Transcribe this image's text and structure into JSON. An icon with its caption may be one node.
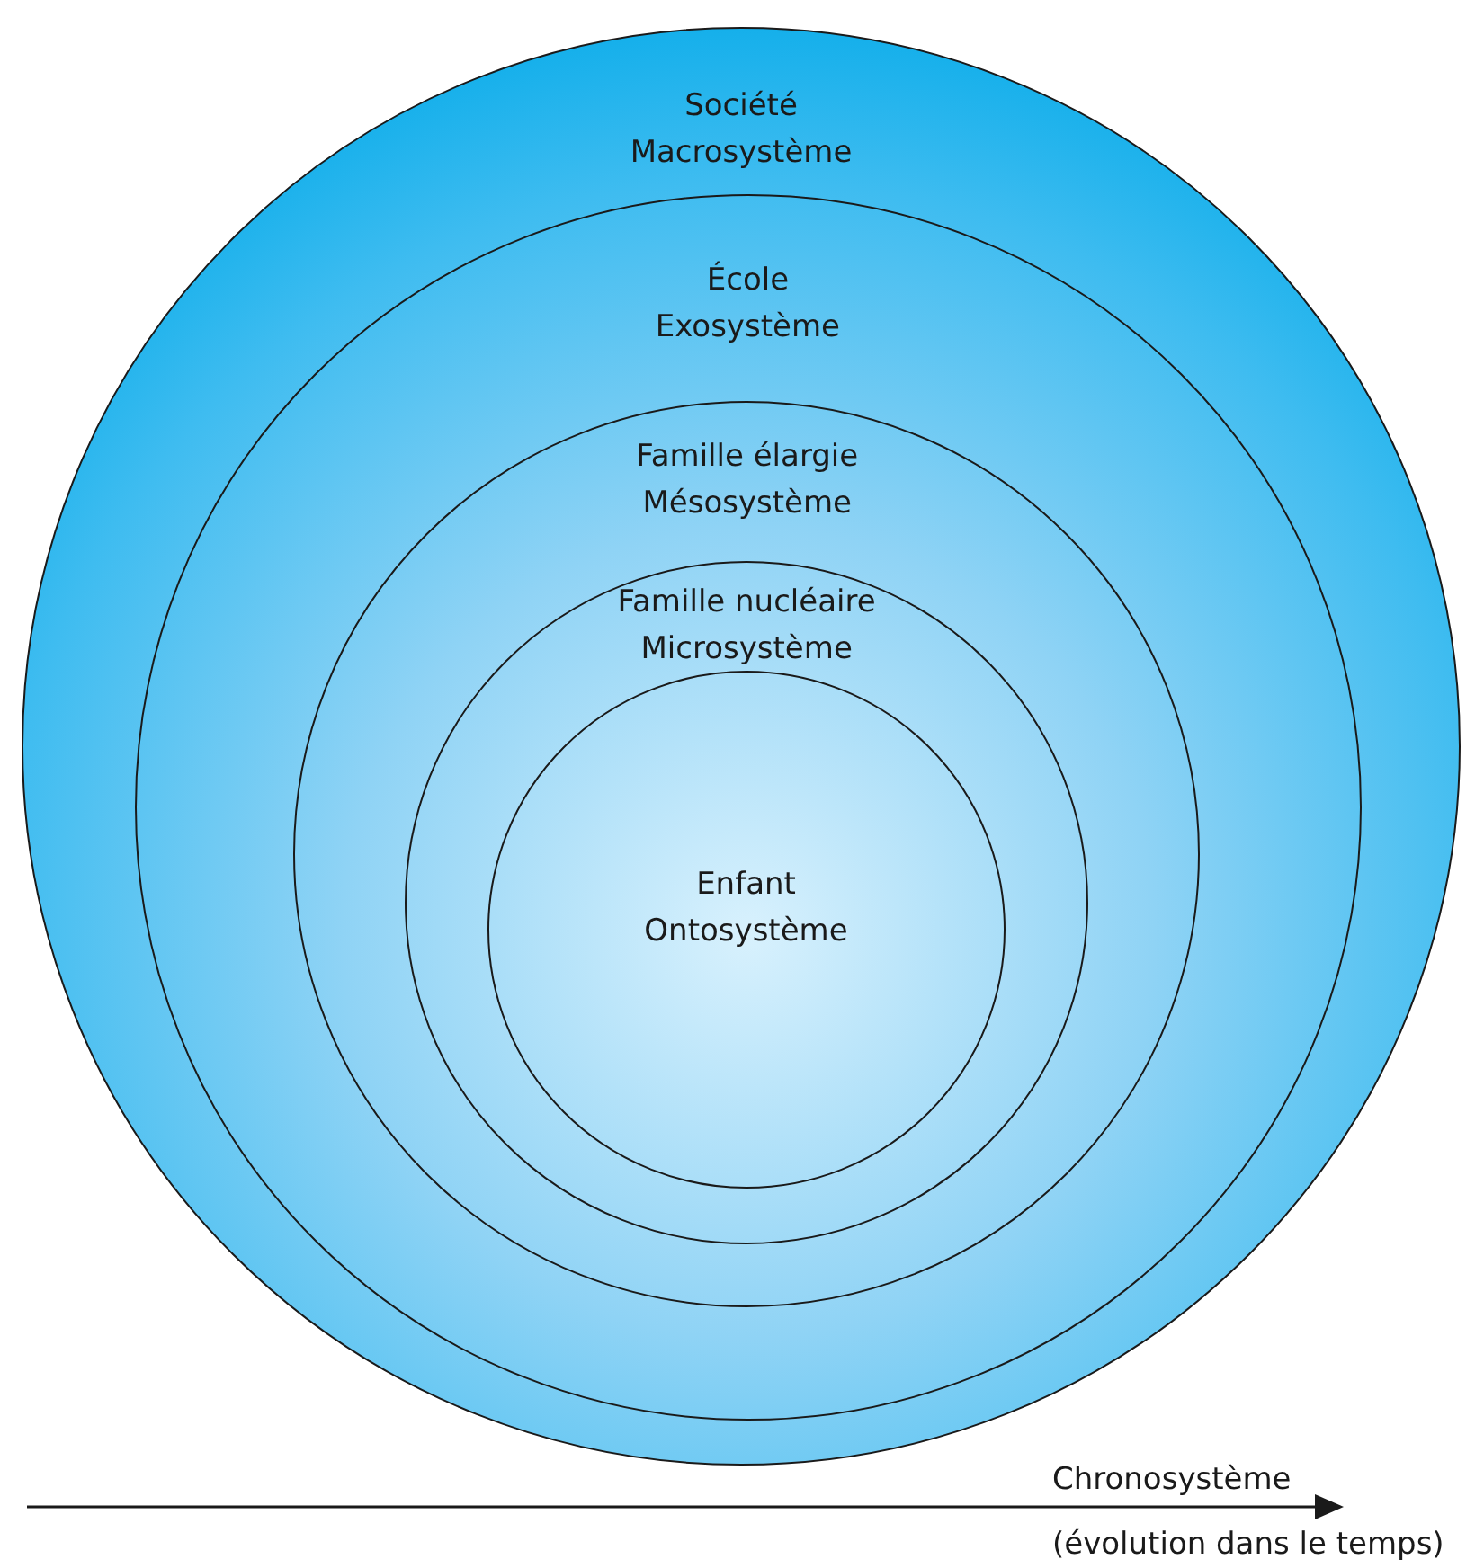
{
  "diagram": {
    "nodes": [
      {
        "text": [
          "Société",
          "Macrosystème"
        ]
      },
      {
        "text": [
          "École",
          "Exosystème"
        ],
        "in": 0
      },
      {
        "text": [
          "Famille élargie",
          "Mésosystème"
        ],
        "in": 1
      },
      {
        "text": [
          "Famille nucléaire",
          "Microsystème"
        ],
        "in": 2
      },
      {
        "text": [
          "Enfant",
          "Ontosystème"
        ],
        "in": 3
      }
    ],
    "edges": [],
    "labels": [
      "Chronosystème",
      "(évolution dans le temps)"
    ]
  }
}
